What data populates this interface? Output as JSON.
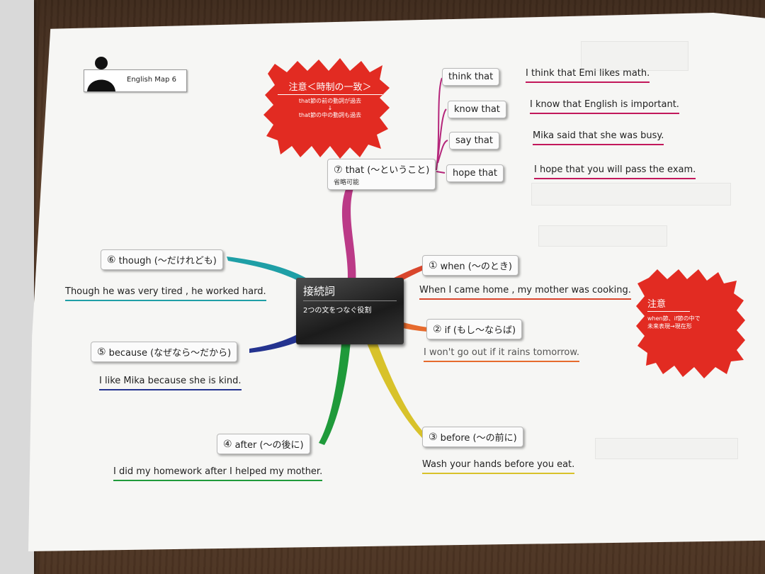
{
  "badge": {
    "label": "English Map 6"
  },
  "center": {
    "title": "接続詞",
    "subtitle": "2つの文をつなぐ役割"
  },
  "caution_top": {
    "title": "注意＜時制の一致＞",
    "line1": "that節の前の動詞が過去",
    "arrow": "↓",
    "line2": "that節の中の動詞も過去"
  },
  "caution_right": {
    "title": "注意",
    "line1": "when節、if節の中で",
    "line2": "未来表現→現在形"
  },
  "branches": [
    {
      "num": "①",
      "label": "when (〜のとき)",
      "example": "When I came home , my mother was cooking.",
      "color": "#d9462c"
    },
    {
      "num": "②",
      "label": "if (もし〜ならば)",
      "example": "I won't go out if it rains tomorrow.",
      "color": "#e66a2d"
    },
    {
      "num": "③",
      "label": "before (〜の前に)",
      "example": "Wash your hands before you eat.",
      "color": "#d8c22a"
    },
    {
      "num": "④",
      "label": "after (〜の後に)",
      "example": "I did my homework after I helped my mother.",
      "color": "#1f9a3a"
    },
    {
      "num": "⑤",
      "label": "because (なぜなら〜だから)",
      "example": "I like Mika because she is kind.",
      "color": "#24338f"
    },
    {
      "num": "⑥",
      "label": "though (〜だけれども)",
      "example": "Though he was very tired , he worked hard.",
      "color": "#1f9fa6"
    },
    {
      "num": "⑦",
      "label": "that (〜ということ)",
      "sub": "省略可能",
      "color": "#b5267b"
    }
  ],
  "that_items": [
    {
      "verb": "think that",
      "example": "I think that Emi likes math."
    },
    {
      "verb": "know that",
      "example": "I know that English is important."
    },
    {
      "verb": "say that",
      "example": "Mika said that she was busy."
    },
    {
      "verb": "hope that",
      "example": "I hope that you will pass the exam."
    }
  ],
  "colors": {
    "that_underline": "#c2185b",
    "caution_red": "#e22b22"
  }
}
